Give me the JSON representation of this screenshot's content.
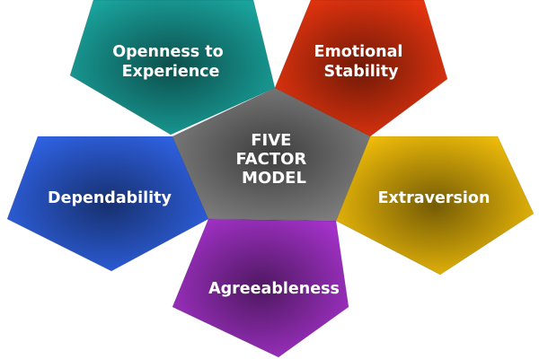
{
  "center": {
    "lines": [
      "FIVE",
      "FACTOR",
      "MODEL"
    ],
    "color": "#808080"
  },
  "factors": {
    "openness": {
      "lines": [
        "Openness to",
        "Experience"
      ],
      "color": "#1aa39d"
    },
    "emotional_stability": {
      "lines": [
        "Emotional",
        "Stability"
      ],
      "color": "#e8350f"
    },
    "dependability": {
      "lines": [
        "Dependability"
      ],
      "color": "#2f63e6"
    },
    "extraversion": {
      "lines": [
        "Extraversion"
      ],
      "color": "#f3bf0a"
    },
    "agreeableness": {
      "lines": [
        "Agreeableness"
      ],
      "color": "#a332c9"
    }
  }
}
